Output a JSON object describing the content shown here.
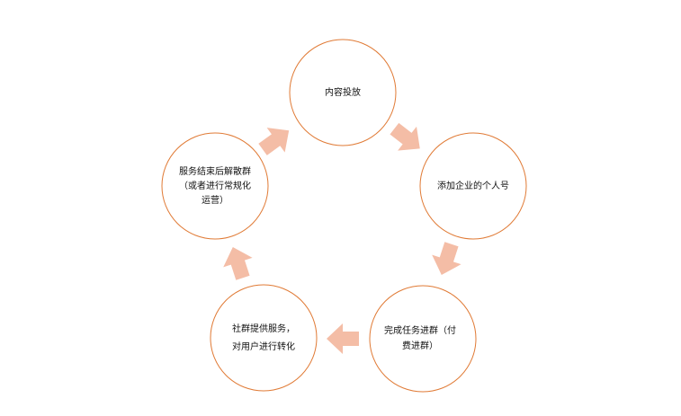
{
  "colors": {
    "circle_border": "#E07A35",
    "arrow_fill": "#F4BDA6",
    "text": "#111111",
    "background": "#FFFFFF"
  },
  "nodes": [
    {
      "id": "content",
      "lines": [
        "内容投放"
      ]
    },
    {
      "id": "add-wecom",
      "lines": [
        "添加企业的个人号"
      ]
    },
    {
      "id": "join-group",
      "lines": [
        "完成任务进群（付",
        "费进群）"
      ]
    },
    {
      "id": "service",
      "lines": [
        "社群提供服务，",
        "对用户进行转化"
      ]
    },
    {
      "id": "disband",
      "lines": [
        "服务结束后解散群",
        "（或者进行常规化",
        "运营）"
      ]
    }
  ]
}
